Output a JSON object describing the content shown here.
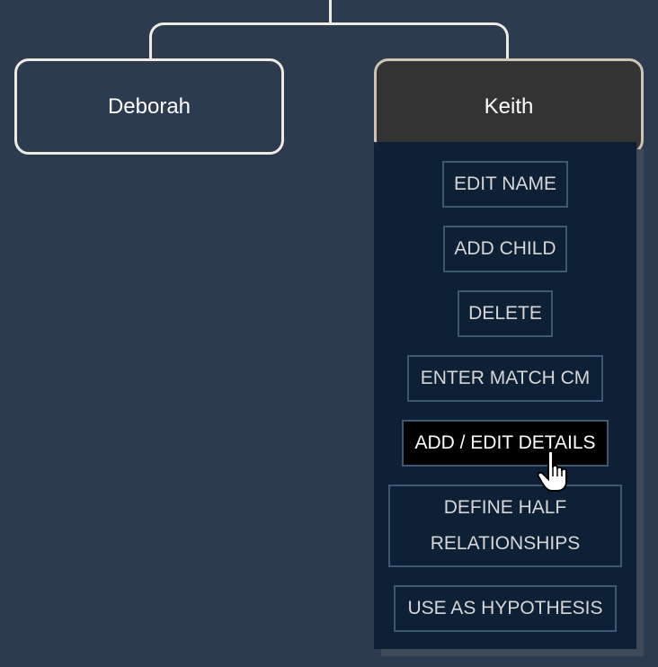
{
  "tree": {
    "nodes": [
      {
        "name": "Deborah",
        "selected": false
      },
      {
        "name": "Keith",
        "selected": true
      }
    ]
  },
  "context_menu": {
    "items": [
      {
        "label": "EDIT NAME"
      },
      {
        "label": "ADD CHILD"
      },
      {
        "label": "DELETE"
      },
      {
        "label": "ENTER MATCH CM"
      },
      {
        "label": "ADD / EDIT DETAILS",
        "hovered": true
      },
      {
        "label": "DEFINE HALF RELATIONSHIPS"
      },
      {
        "label": "USE AS HYPOTHESIS"
      }
    ]
  },
  "colors": {
    "background": "#2c3b4f",
    "node_border": "#f0ebe0",
    "selected_node_bg": "#333333",
    "menu_bg": "#0c1f35",
    "menu_button_border": "#3f5872",
    "hover_button_bg": "#000000"
  },
  "cursor": {
    "icon": "hand-pointer-icon"
  }
}
